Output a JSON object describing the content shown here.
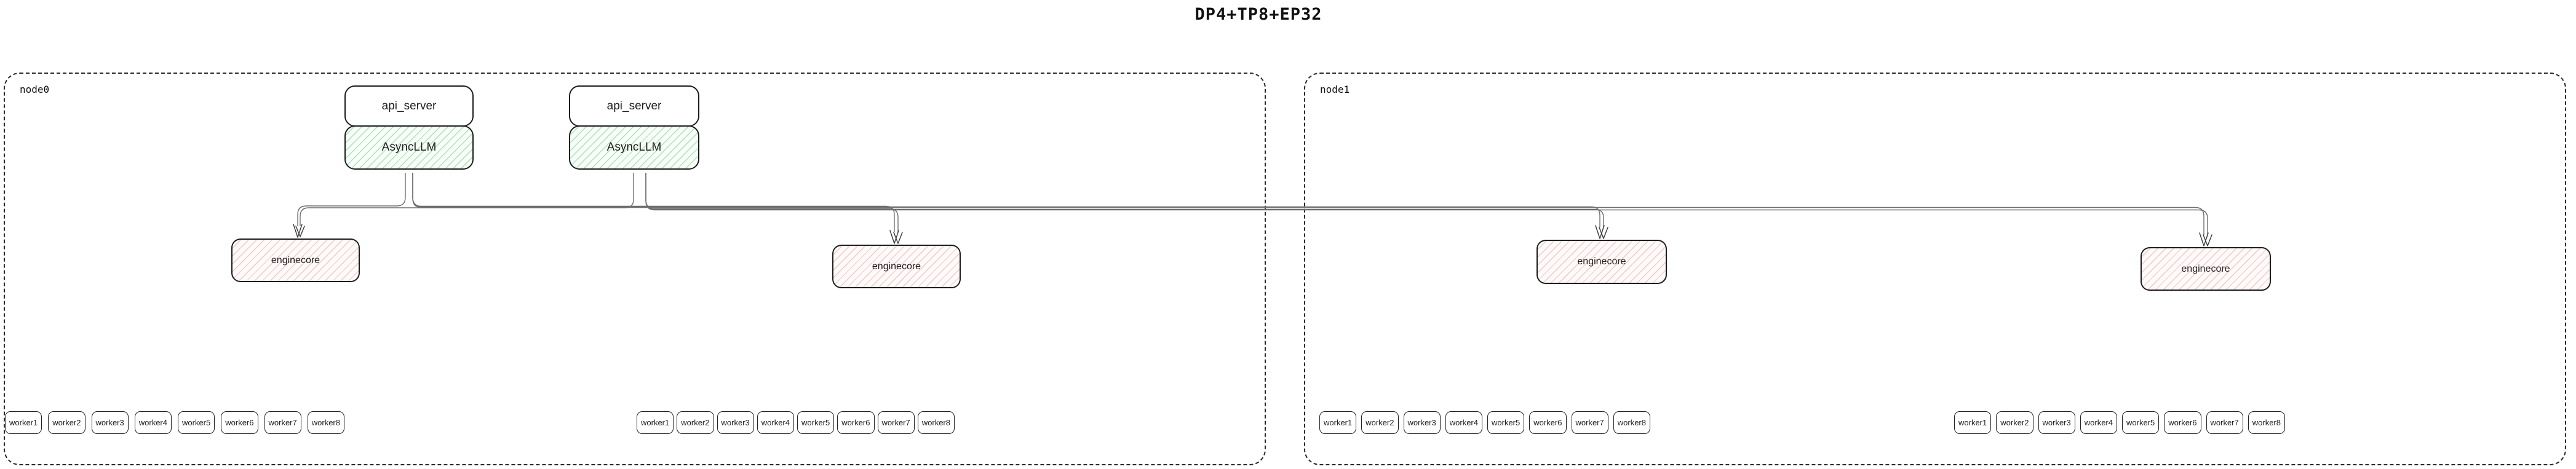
{
  "diagram": {
    "title": "DP4+TP8+EP32"
  },
  "colors": {
    "box_border": "#1d1d1d",
    "node_border": "#2a2a2a",
    "edge_line": "#6f6f6f",
    "arrowhead": "#3f3f3f",
    "asyncllm_hatch": "#57be6c",
    "asyncllm_bg": "#f7fdf7",
    "enginecore_hatch": "#e07a7a",
    "enginecore_bg": "#fefafa"
  },
  "nodes": [
    {
      "label": "node0",
      "servers": [
        {
          "api_label": "api_server",
          "llm_label": "AsyncLLM"
        },
        {
          "api_label": "api_server",
          "llm_label": "AsyncLLM"
        }
      ],
      "enginecores": [
        {
          "label": "enginecore"
        },
        {
          "label": "enginecore"
        }
      ],
      "worker_groups": [
        {
          "workers": [
            "worker1",
            "worker2",
            "worker3",
            "worker4",
            "worker5",
            "worker6",
            "worker7",
            "worker8"
          ]
        },
        {
          "workers": [
            "worker1",
            "worker2",
            "worker3",
            "worker4",
            "worker5",
            "worker6",
            "worker7",
            "worker8"
          ]
        }
      ]
    },
    {
      "label": "node1",
      "enginecores": [
        {
          "label": "enginecore"
        },
        {
          "label": "enginecore"
        }
      ],
      "worker_groups": [
        {
          "workers": [
            "worker1",
            "worker2",
            "worker3",
            "worker4",
            "worker5",
            "worker6",
            "worker7",
            "worker8"
          ]
        },
        {
          "workers": [
            "worker1",
            "worker2",
            "worker3",
            "worker4",
            "worker5",
            "worker6",
            "worker7",
            "worker8"
          ]
        }
      ]
    }
  ]
}
